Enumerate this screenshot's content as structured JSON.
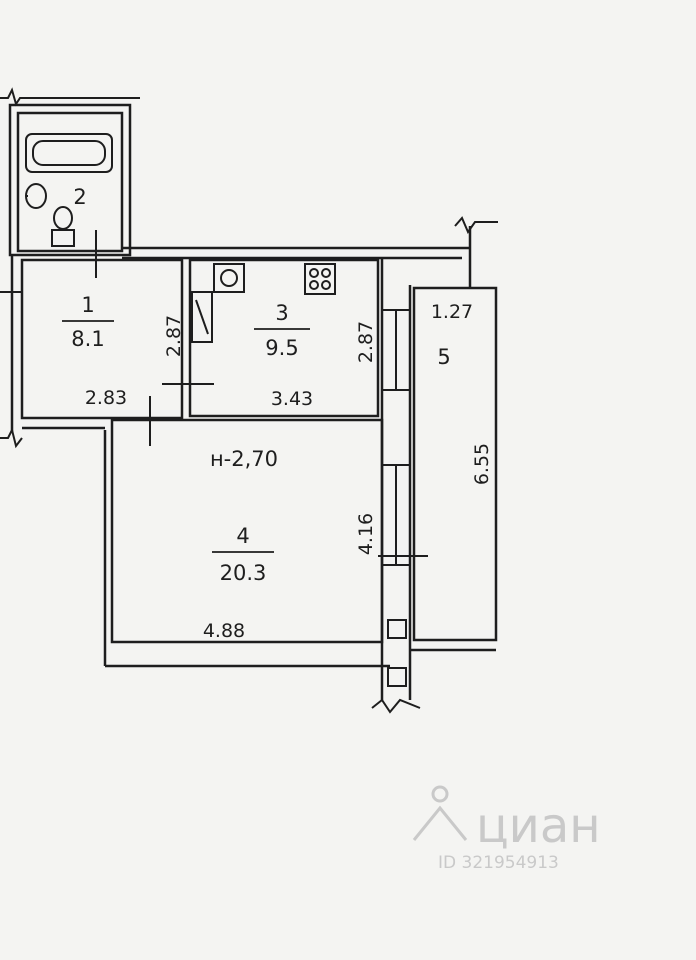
{
  "rooms": [
    {
      "id": "1",
      "area": "8.1"
    },
    {
      "id": "2",
      "area": ""
    },
    {
      "id": "3",
      "area": "9.5"
    },
    {
      "id": "4",
      "area": "20.3"
    },
    {
      "id": "5",
      "area": ""
    }
  ],
  "dimensions": {
    "hall_width": "2.83",
    "hall_depth": "2.87",
    "kitchen_width": "3.43",
    "kitchen_depth": "2.87",
    "room_width": "4.88",
    "room_depth": "4.16",
    "balcony_width": "1.27",
    "balcony_length": "6.55"
  },
  "ceiling_height": "н-2,70",
  "watermark": {
    "brand": "циан",
    "id_text": "ID 321954913"
  },
  "colors": {
    "ink": "#1e1e1e",
    "paper": "#f4f4f2",
    "watermark": "#c9c9c9"
  }
}
